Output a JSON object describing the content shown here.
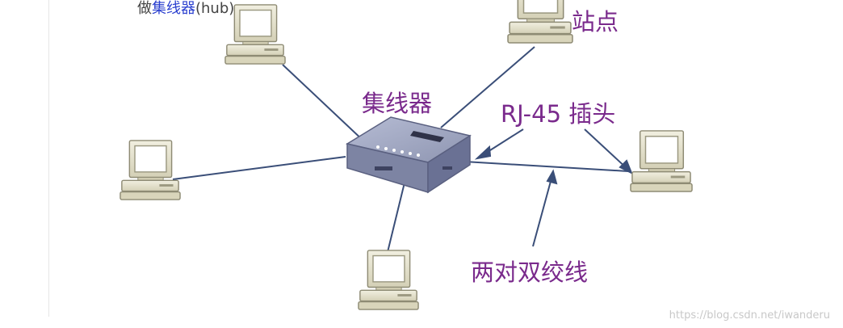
{
  "caption": {
    "prefix": "做",
    "highlight": "集线器",
    "suffix": "(hub)"
  },
  "labels": {
    "hub": "集线器",
    "station": "站点",
    "rj45": "RJ-45 插头",
    "twisted_pair": "两对双绞线"
  },
  "watermark": "https://blog.csdn.net/iwanderu",
  "nodes": [
    "computer",
    "computer",
    "computer",
    "computer",
    "computer",
    "hub"
  ],
  "colors": {
    "label": "#7a2a8c",
    "cable": "#3a4e78",
    "computer_body": "#e6e3cf",
    "hub_body": "#8d93ad"
  }
}
